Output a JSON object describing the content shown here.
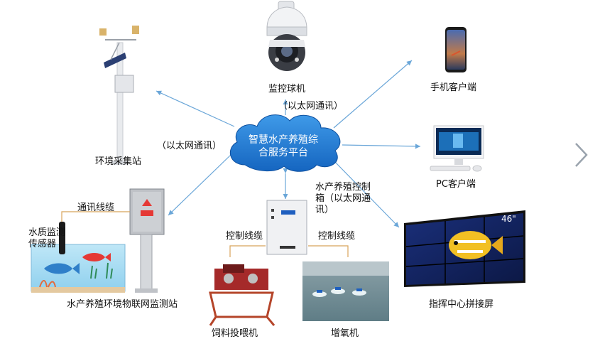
{
  "platform": {
    "label": "智慧水产养殖综合服务平台",
    "line1": "智慧水产养殖综",
    "line2": "合服务平台"
  },
  "nodes": {
    "camera": "监控球机",
    "phone": "手机客户端",
    "pc": "PC客户端",
    "video_wall": "指挥中心拼接屏",
    "video_wall_size": "46\"",
    "env_station": "环境采集站",
    "control_box": "水产养殖控制箱（以太网通讯）",
    "feeder": "饲料投喂机",
    "aerator": "增氧机",
    "monitor_station": "水产养殖环境物联网监测站",
    "sensor": "水质监测传感器"
  },
  "links": {
    "ethernet_top": "（以太网通讯）",
    "ethernet_left": "（以太网通讯）",
    "comm_cable": "通讯线缆",
    "control_cable_left": "控制线缆",
    "control_cable_right": "控制线缆"
  },
  "colors": {
    "cloud": "#1f7fd6",
    "arrow": "#6aa6d8",
    "frame": "#c9a66b"
  },
  "icons": [
    "chevron-right-icon"
  ]
}
